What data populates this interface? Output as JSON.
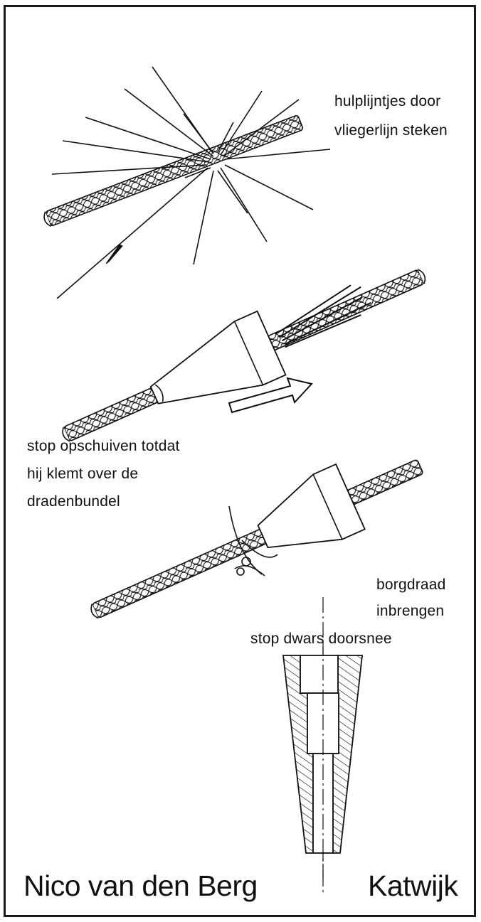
{
  "labels": {
    "step1": [
      "hulplijntjes door",
      "vliegerlijn steken"
    ],
    "step2": [
      "stop opschuiven totdat",
      "hij klemt over de",
      "dradenbundel"
    ],
    "step3": [
      "borgdraad",
      "inbrengen"
    ],
    "section_title": "stop dwars doorsnee"
  },
  "footer": {
    "author": "Nico van den Berg",
    "place": "Katwijk"
  },
  "colors": {
    "ink": "#111111",
    "paper": "#ffffff"
  }
}
